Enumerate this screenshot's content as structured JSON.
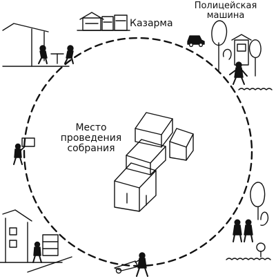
{
  "labels": {
    "barracks": "Казарма",
    "police_car": [
      "Полицейская",
      "машина"
    ],
    "meeting_place": [
      "Место",
      "проведения",
      "собрания"
    ]
  },
  "colors": {
    "ink": "#111111",
    "paper": "#ffffff"
  }
}
